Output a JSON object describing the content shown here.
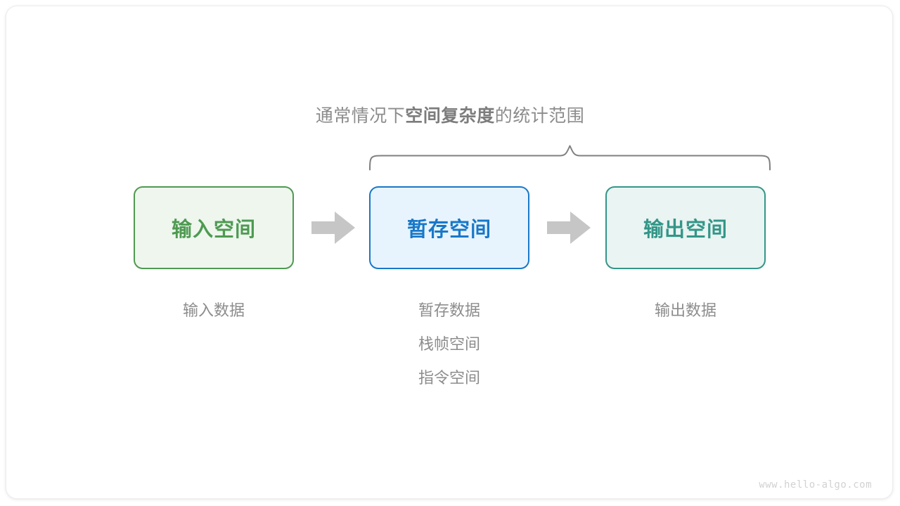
{
  "diagram": {
    "caption": {
      "prefix": "通常情况下",
      "emphasis": "空间复杂度",
      "suffix": "的统计范围"
    },
    "boxes": [
      {
        "label": "输入空间",
        "accent": "#4e9a51",
        "fill": "#eef6ee"
      },
      {
        "label": "暂存空间",
        "accent": "#1878c8",
        "fill": "#e8f4fd"
      },
      {
        "label": "输出空间",
        "accent": "#339688",
        "fill": "#eaf4f2"
      }
    ],
    "arrows": [
      {
        "name": "arrow-input-to-buffer",
        "color": "#c6c6c6"
      },
      {
        "name": "arrow-buffer-to-output",
        "color": "#c6c6c6"
      }
    ],
    "sublabels": {
      "input": [
        "输入数据"
      ],
      "buffer": [
        "暂存数据",
        "栈帧空间",
        "指令空间"
      ],
      "output": [
        "输出数据"
      ]
    },
    "brace": {
      "color": "#808080"
    },
    "watermark": "www.hello-algo.com"
  }
}
